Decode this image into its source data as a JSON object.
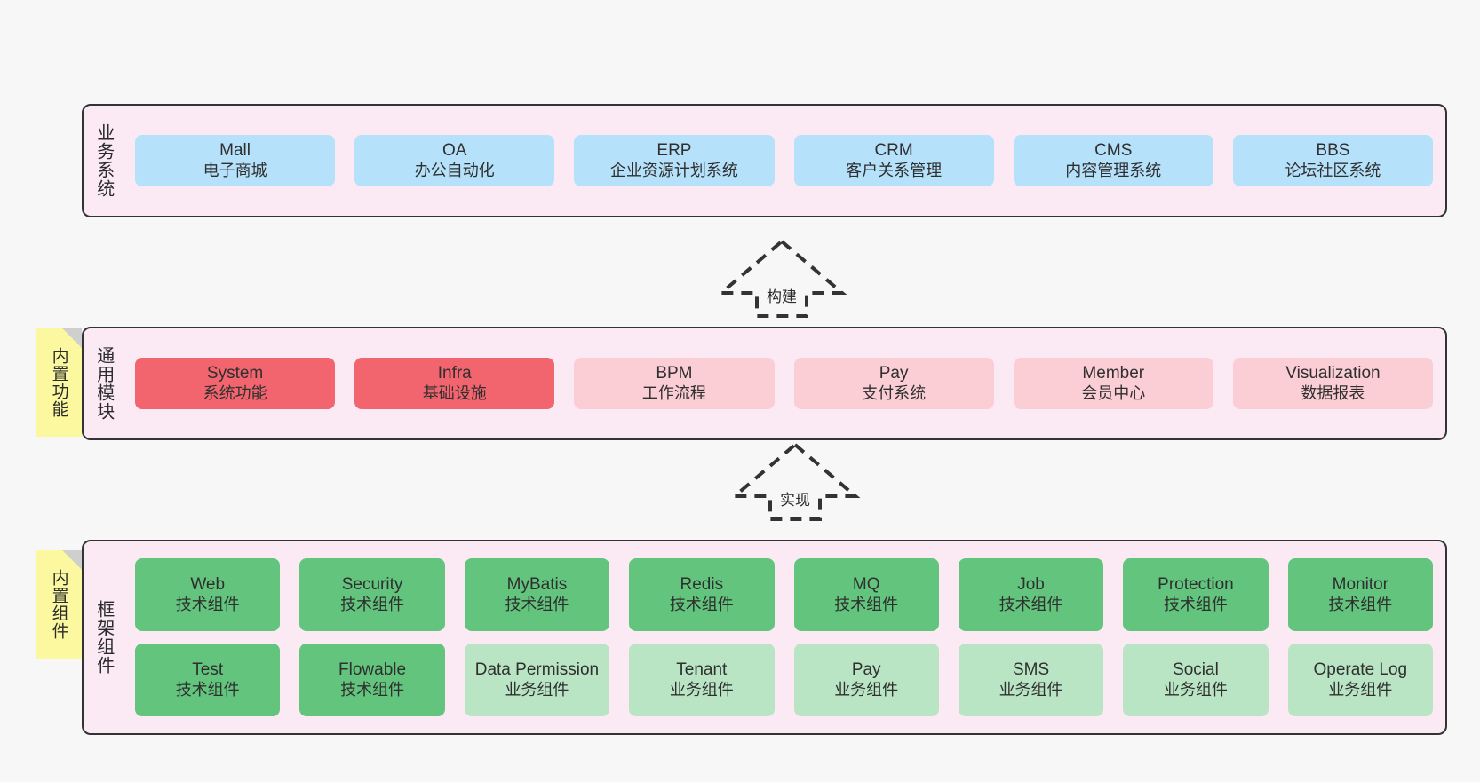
{
  "diagram": {
    "background": "#f7f7f7",
    "layer_fill": "#fbeaf4",
    "border_color": "#333333",
    "sticky_fill": "#fbf8a0"
  },
  "layers": [
    {
      "key": "business",
      "title": "业务系统",
      "sticky": null,
      "rows": [
        [
          {
            "en": "Mall",
            "cn": "电子商城",
            "color": "#b5e1fb",
            "style": "c-blue"
          },
          {
            "en": "OA",
            "cn": "办公自动化",
            "color": "#b5e1fb",
            "style": "c-blue"
          },
          {
            "en": "ERP",
            "cn": "企业资源计划系统",
            "color": "#b5e1fb",
            "style": "c-blue"
          },
          {
            "en": "CRM",
            "cn": "客户关系管理",
            "color": "#b5e1fb",
            "style": "c-blue"
          },
          {
            "en": "CMS",
            "cn": "内容管理系统",
            "color": "#b5e1fb",
            "style": "c-blue"
          },
          {
            "en": "BBS",
            "cn": "论坛社区系统",
            "color": "#b5e1fb",
            "style": "c-blue"
          }
        ]
      ]
    },
    {
      "key": "common",
      "title": "通用模块",
      "sticky": "内置功能",
      "rows": [
        [
          {
            "en": "System",
            "cn": "系统功能",
            "color": "#f2656f",
            "style": "c-red"
          },
          {
            "en": "Infra",
            "cn": "基础设施",
            "color": "#f2656f",
            "style": "c-red"
          },
          {
            "en": "BPM",
            "cn": "工作流程",
            "color": "#fbcdd4",
            "style": "c-pink"
          },
          {
            "en": "Pay",
            "cn": "支付系统",
            "color": "#fbcdd4",
            "style": "c-pink"
          },
          {
            "en": "Member",
            "cn": "会员中心",
            "color": "#fbcdd4",
            "style": "c-pink"
          },
          {
            "en": "Visualization",
            "cn": "数据报表",
            "color": "#fbcdd4",
            "style": "c-pink"
          }
        ]
      ]
    },
    {
      "key": "framework",
      "title": "框架组件",
      "sticky": "内置组件",
      "rows": [
        [
          {
            "en": "Web",
            "cn": "技术组件",
            "color": "#62c47d",
            "style": "c-green"
          },
          {
            "en": "Security",
            "cn": "技术组件",
            "color": "#62c47d",
            "style": "c-green"
          },
          {
            "en": "MyBatis",
            "cn": "技术组件",
            "color": "#62c47d",
            "style": "c-green"
          },
          {
            "en": "Redis",
            "cn": "技术组件",
            "color": "#62c47d",
            "style": "c-green"
          },
          {
            "en": "MQ",
            "cn": "技术组件",
            "color": "#62c47d",
            "style": "c-green"
          },
          {
            "en": "Job",
            "cn": "技术组件",
            "color": "#62c47d",
            "style": "c-green"
          },
          {
            "en": "Protection",
            "cn": "技术组件",
            "color": "#62c47d",
            "style": "c-green"
          },
          {
            "en": "Monitor",
            "cn": "技术组件",
            "color": "#62c47d",
            "style": "c-green"
          }
        ],
        [
          {
            "en": "Test",
            "cn": "技术组件",
            "color": "#62c47d",
            "style": "c-green"
          },
          {
            "en": "Flowable",
            "cn": "技术组件",
            "color": "#62c47d",
            "style": "c-green"
          },
          {
            "en": "Data Permission",
            "cn": "业务组件",
            "color": "#b9e5c4",
            "style": "c-greenlight"
          },
          {
            "en": "Tenant",
            "cn": "业务组件",
            "color": "#b9e5c4",
            "style": "c-greenlight"
          },
          {
            "en": "Pay",
            "cn": "业务组件",
            "color": "#b9e5c4",
            "style": "c-greenlight"
          },
          {
            "en": "SMS",
            "cn": "业务组件",
            "color": "#b9e5c4",
            "style": "c-greenlight"
          },
          {
            "en": "Social",
            "cn": "业务组件",
            "color": "#b9e5c4",
            "style": "c-greenlight"
          },
          {
            "en": "Operate Log",
            "cn": "业务组件",
            "color": "#b9e5c4",
            "style": "c-greenlight"
          }
        ]
      ]
    }
  ],
  "arrows": [
    {
      "key": "build",
      "label": "构建"
    },
    {
      "key": "implement",
      "label": "实现"
    }
  ]
}
